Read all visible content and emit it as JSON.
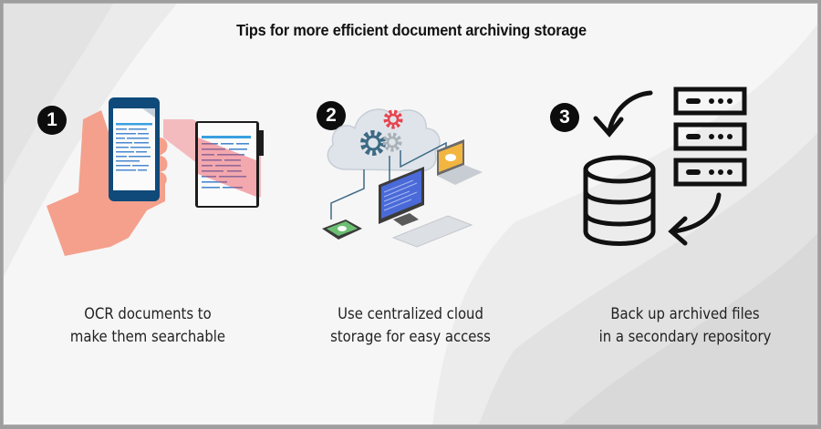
{
  "title": "Tips for more efficient document archiving storage",
  "steps": [
    {
      "number": "1",
      "illustration": "phone-ocr-scan-icon",
      "caption_line1": "OCR documents to",
      "caption_line2": "make them searchable"
    },
    {
      "number": "2",
      "illustration": "cloud-network-devices-icon",
      "caption_line1": "Use centralized cloud",
      "caption_line2": "storage for easy access"
    },
    {
      "number": "3",
      "illustration": "database-server-backup-icon",
      "caption_line1": "Back up archived files",
      "caption_line2": "in a secondary repository"
    }
  ],
  "colors": {
    "badge": "#0d0d0d",
    "phone": "#0f4a7a",
    "hand": "#f4a08c",
    "scan": "#e8434f",
    "text_lines": "#3aa0e0",
    "gear_red": "#e8434f",
    "gear_blue": "#3d6a84",
    "laptop_screen": "#f2b640",
    "tablet_screen": "#6cbf73",
    "monitor_screen": "#4a6ad8"
  }
}
